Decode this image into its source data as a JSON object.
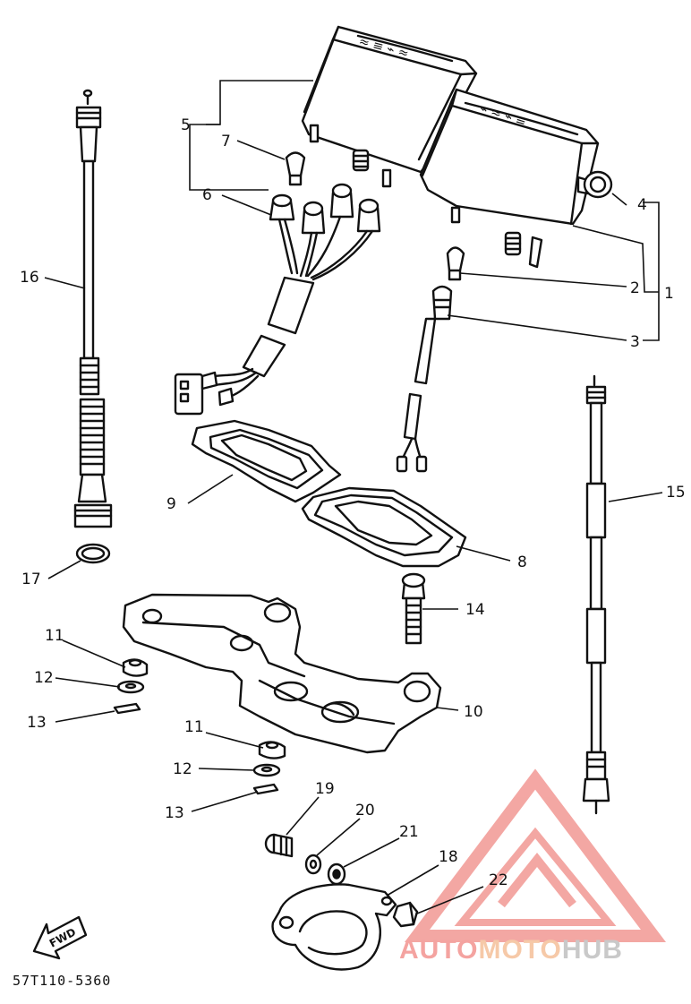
{
  "diagram": {
    "reference_code": "57T110-5360",
    "fwd_label": "FWD",
    "callouts": [
      "1",
      "2",
      "3",
      "4",
      "5",
      "6",
      "7",
      "8",
      "9",
      "10",
      "11",
      "12",
      "13",
      "11",
      "12",
      "13",
      "14",
      "15",
      "16",
      "17",
      "18",
      "19",
      "20",
      "21",
      "22"
    ]
  },
  "watermark": {
    "part1": "AUTO",
    "part2": "MOTO",
    "part3": "HUB",
    "color1": "#f4a3a0",
    "color2": "#f6c9a8",
    "color3": "#c9c9c9",
    "logo_color": "#f08a85"
  }
}
